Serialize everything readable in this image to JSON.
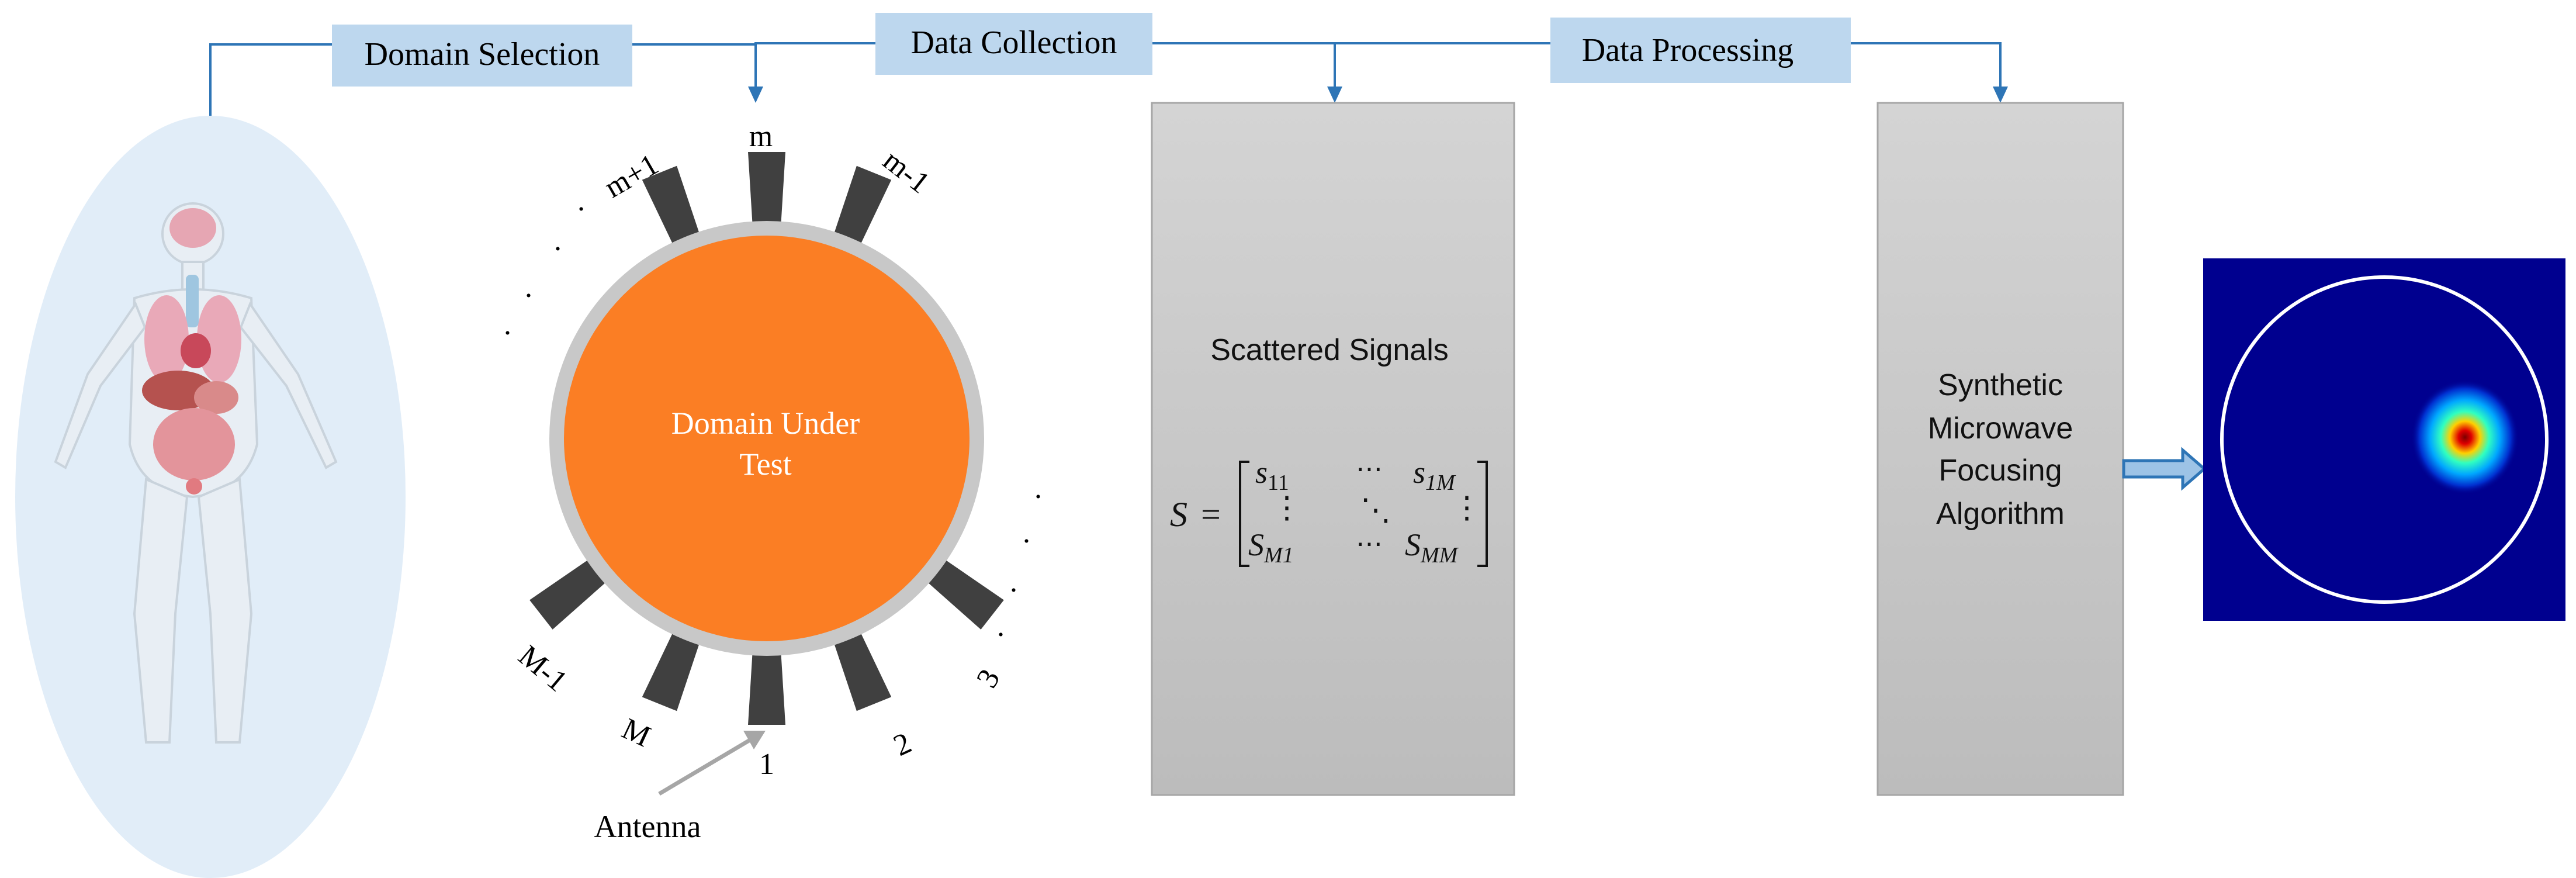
{
  "stages": {
    "domain_selection": "Domain Selection",
    "data_collection": "Data Collection",
    "data_processing": "Data Processing"
  },
  "domain": {
    "center_line1": "Domain Under",
    "center_line2": "Test",
    "antenna_caption": "Antenna"
  },
  "antenna_labels": {
    "m": "m",
    "m_plus_1": "m+1",
    "m_minus_1": "m-1",
    "one": "1",
    "two": "2",
    "three": "3",
    "M": "M",
    "M_minus_1": "M-1",
    "ellipsis_dot": "."
  },
  "signals_panel": {
    "title": "Scattered Signals",
    "lhs": "S",
    "equals": "=",
    "s11_base": "s",
    "s11_sub": "11",
    "s1M_base": "s",
    "s1M_sub": "1M",
    "sM1_base": "S",
    "sM1_sub": "M1",
    "sMM_base": "S",
    "sMM_sub": "MM",
    "hdots": "⋯",
    "vdots": "⋮",
    "ddots": "⋱"
  },
  "algorithm_panel": {
    "line1": "Synthetic",
    "line2": "Microwave",
    "line3": "Focusing",
    "line4": "Algorithm"
  },
  "colors": {
    "stage_box": "#bdd7ee",
    "connector": "#2e75b6",
    "body_ellipse": "#deebf7",
    "domain_fill": "#fb7e24",
    "domain_ring": "#c8c8c8",
    "antenna": "#404040",
    "panel_top": "#d6d6d6",
    "panel_bottom": "#bdbdbd",
    "image_bg": "#00008f"
  }
}
